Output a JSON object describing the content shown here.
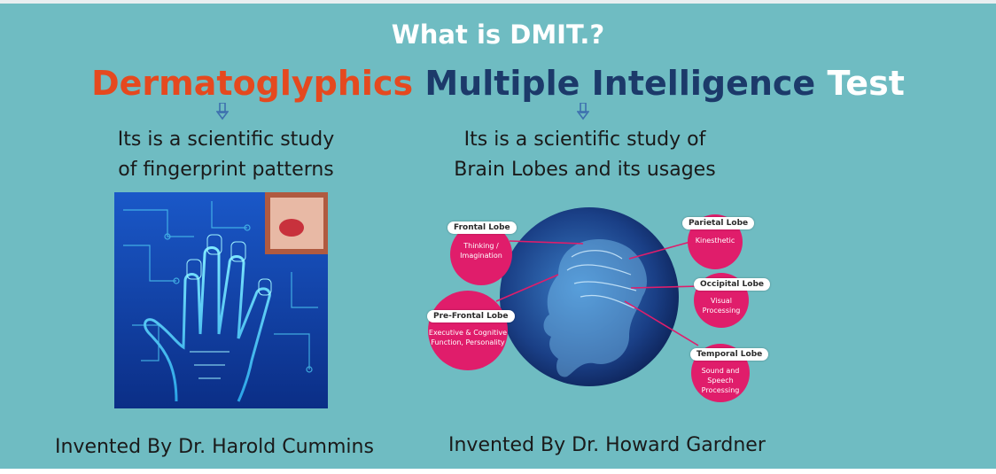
{
  "title": "What is DMIT.?",
  "heading": {
    "word1": "Dermatoglyphics",
    "word2": "Multiple",
    "word3": "Intelligence",
    "word4": "Test"
  },
  "left": {
    "description_line1": "Its is a scientific study",
    "description_line2": "of fingerprint patterns",
    "inventor": "Invented By Dr. Harold Cummins"
  },
  "right": {
    "description_line1": "Its is a scientific study of",
    "description_line2": "Brain Lobes and its usages",
    "inventor": "Invented By Dr. Howard Gardner"
  },
  "lobes": {
    "frontal": {
      "title": "Frontal Lobe",
      "text_line1": "Thinking /",
      "text_line2": "Imagination"
    },
    "parietal": {
      "title": "Parietal Lobe",
      "text_line1": "Kinesthetic"
    },
    "occipital": {
      "title": "Occipital Lobe",
      "text_line1": "Visual",
      "text_line2": "Processing"
    },
    "prefrontal": {
      "title": "Pre-Frontal Lobe",
      "text_line1": "Executive & Cognitive",
      "text_line2": "Function, Personality"
    },
    "temporal": {
      "title": "Temporal Lobe",
      "text_line1": "Sound and Speech",
      "text_line2": "Processing"
    }
  },
  "colors": {
    "background": "#6fbcc2",
    "orange": "#e5491f",
    "navy": "#1c3a6a",
    "magenta": "#e01d6b"
  }
}
